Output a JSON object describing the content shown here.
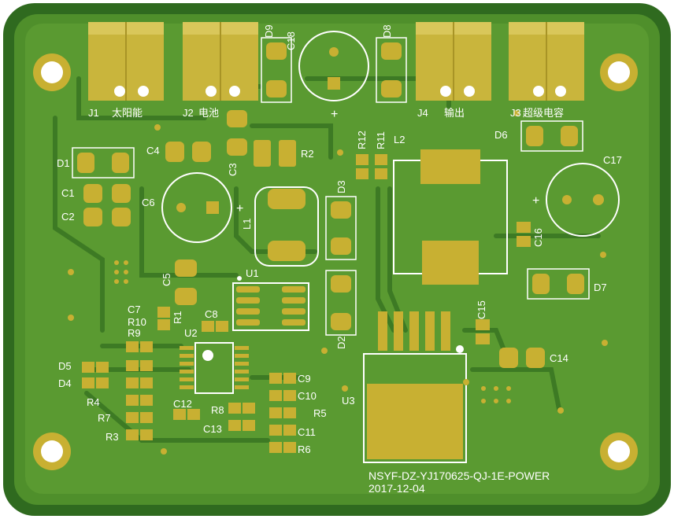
{
  "colors": {
    "board_edge": "#2f6a1f",
    "board_fill": "#4f8f2b",
    "copper_pour": "#5e9e34",
    "trace": "#3e7a24",
    "pad_gold": "#c8b032",
    "pad_gold_light": "#d8c24a",
    "connector": "#c9b53c",
    "silk": "#ffffff"
  },
  "board": {
    "id_line": "NSYF-DZ-YJ170625-QJ-1E-POWER",
    "date_line": "2017-12-04"
  },
  "connectors": {
    "J1": {
      "ref": "J1",
      "label": "太阳能"
    },
    "J2": {
      "ref": "J2",
      "label": "电池"
    },
    "J4": {
      "ref": "J4",
      "label": "输出"
    },
    "J3": {
      "ref": "J3",
      "label": "超级电容"
    }
  },
  "labels": {
    "D9": "D9",
    "C18": "C18",
    "D8": "D8",
    "D1": "D1",
    "C4": "C4",
    "C3": "C3",
    "R2": "R2",
    "R12": "R12",
    "R11": "R11",
    "L2": "L2",
    "D6": "D6",
    "C17": "C17",
    "C1": "C1",
    "C2": "C2",
    "C6": "C6",
    "L1": "L1",
    "D3": "D3",
    "C16": "C16",
    "D7": "D7",
    "C5": "C5",
    "U1": "U1",
    "C7": "C7",
    "R1": "R1",
    "C8": "C8",
    "R10": "R10",
    "R9": "R9",
    "U2": "U2",
    "D2": "D2",
    "C15": "C15",
    "C14": "C14",
    "D5": "D5",
    "D4": "D4",
    "C9": "C9",
    "C10": "C10",
    "R5": "R5",
    "U3": "U3",
    "R4": "R4",
    "R7": "R7",
    "C12": "C12",
    "R8": "R8",
    "C13": "C13",
    "C11": "C11",
    "R3": "R3",
    "R6": "R6"
  }
}
